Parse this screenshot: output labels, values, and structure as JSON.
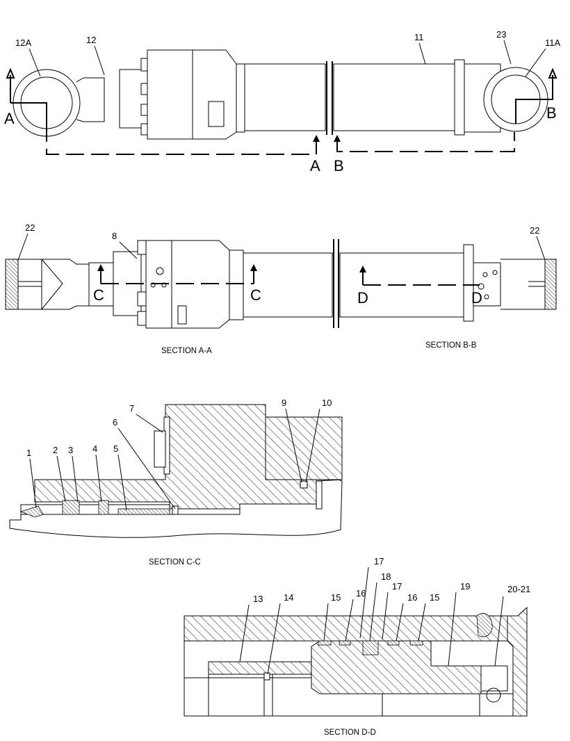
{
  "top_view": {
    "callouts": {
      "c12a": "12A",
      "c12": "12",
      "c11": "11",
      "c23": "23",
      "c11a": "11A"
    },
    "markers": {
      "a_left": "A",
      "b_right": "B",
      "a_mid": "A",
      "b_mid": "B"
    }
  },
  "section_ab": {
    "callouts": {
      "c22_left": "22",
      "c8": "8",
      "c22_right": "22"
    },
    "markers": {
      "c_left": "C",
      "c_right": "C",
      "d_left": "D",
      "d_right": "D"
    },
    "caption_a": "SECTION A-A",
    "caption_b": "SECTION B-B"
  },
  "section_cc": {
    "callouts": {
      "c1": "1",
      "c2": "2",
      "c3": "3",
      "c4": "4",
      "c5": "5",
      "c6": "6",
      "c7": "7",
      "c9": "9",
      "c10": "10"
    },
    "caption": "SECTION C-C"
  },
  "section_dd": {
    "callouts": {
      "c13": "13",
      "c14": "14",
      "c15a": "15",
      "c16a": "16",
      "c17a": "17",
      "c18": "18",
      "c17b": "17",
      "c16b": "16",
      "c15b": "15",
      "c19": "19",
      "c2021": "20-21"
    },
    "caption": "SECTION D-D"
  }
}
